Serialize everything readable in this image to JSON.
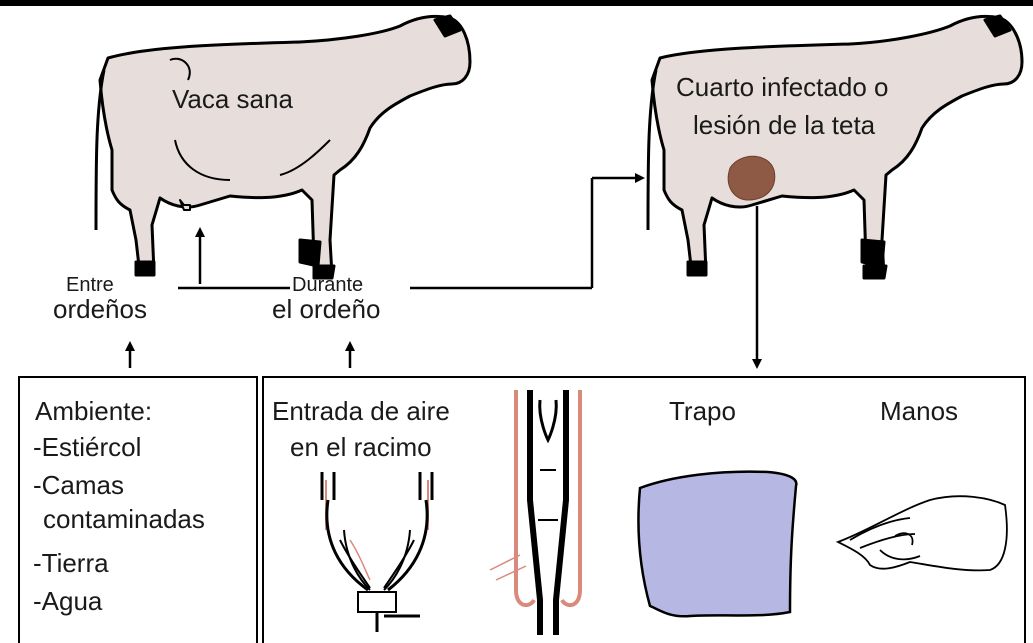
{
  "cows": {
    "healthy_label": "Vaca sana",
    "infected_label_line1": "Cuarto infectado o",
    "infected_label_line2": "lesión de la teta"
  },
  "timing": {
    "between_line1": "Entre",
    "between_line2": "ordeños",
    "during_line1": "Durante",
    "during_line2": "el ordeño"
  },
  "environment_box": {
    "title": "Ambiente:",
    "items": [
      "-Estiércol",
      "-Camas",
      "contaminadas",
      "-Tierra",
      "-Agua"
    ]
  },
  "milking_box": {
    "air_line1": "Entrada de aire",
    "air_line2": "en el racimo",
    "cloth": "Trapo",
    "hands": "Manos"
  },
  "colors": {
    "cow_body": "#e7dedb",
    "infected_quarter": "#8f5a45",
    "cloth": "#b7b7e3",
    "liner_red": "#d98a7c"
  }
}
